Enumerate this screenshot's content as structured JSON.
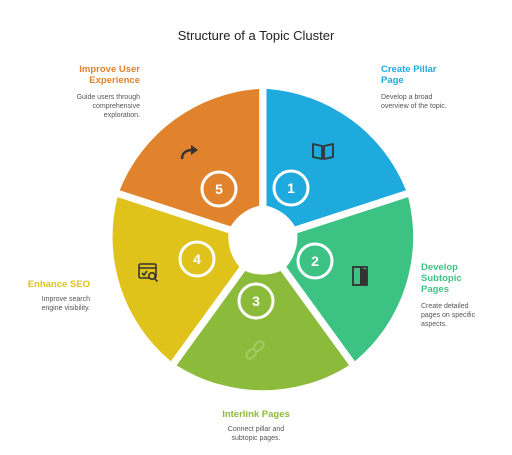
{
  "title": "Structure of a Topic Cluster",
  "colors": {
    "blue": "#1eaadc",
    "green": "#3cc383",
    "lime": "#8cbb3b",
    "yellow": "#dfc21a",
    "orange": "#e0832c"
  },
  "steps": [
    {
      "number": "1",
      "title": "Create Pillar Page",
      "description": "Develop a broad overview of the topic.",
      "icon": "book-icon"
    },
    {
      "number": "2",
      "title": "Develop Subtopic Pages",
      "description": "Create detailed pages on specific aspects.",
      "icon": "door-icon"
    },
    {
      "number": "3",
      "title": "Interlink Pages",
      "description": "Connect pillar and subtopic pages.",
      "icon": "link-icon"
    },
    {
      "number": "4",
      "title": "Enhance SEO",
      "description": "Improve search engine visibility.",
      "icon": "seo-browser-icon"
    },
    {
      "number": "5",
      "title": "Improve User Experience",
      "description": "Guide users through comprehensive exploration.",
      "icon": "redo-arrow-icon"
    }
  ]
}
